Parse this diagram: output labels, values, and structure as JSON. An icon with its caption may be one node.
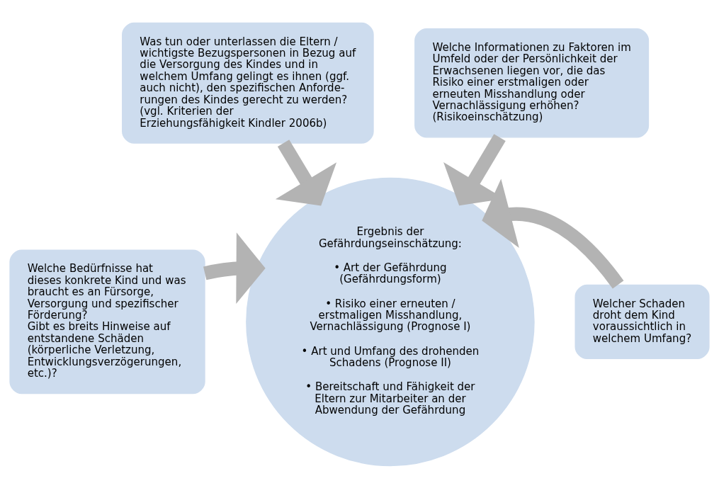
{
  "diagram": {
    "nodes": [
      {
        "text": [
          "Was tun oder unterlassen die Eltern / wichtigste Bezugspersonen in Bezug auf die Versorgung des Kindes und in welchem Umfang gelingt es ihnen (ggf. auch nicht), den spezifischen Anforde- rungen des Kindes gerecht zu werden? (vgl. Kriterien der Erziehungsfähigkeit Kindler 2006b)"
        ]
      },
      {
        "text": [
          "Welche Informationen zu Faktoren im Umfeld oder der Persönlichkeit der Erwachsenen liegen vor, die das Risiko einer erstmaligen oder erneuten Misshandlung oder Vernachlässigung erhöhen? (Risikoeinschätzung)"
        ]
      },
      {
        "text": [
          "Welche Bedürfnisse hat dieses konkrete Kind und was braucht es an Fürsorge, Versorgung und spezifischer Förderung?",
          "Gibt es breits Hinweise auf entstandene Schäden (körperliche Verletzung, Entwicklungsverzögerungen, etc.)?"
        ]
      },
      {
        "text": [
          "Ergebnis der Gefährdungseinschätzung:",
          "• Art der Gefährdung (Gefährdungsform)",
          "• Risiko einer erneuten / erstmaligen Misshandlung, Vernachlässigung (Prognose I)",
          "• Art und Umfang des drohenden Schadens (Prognose II)",
          "• Bereitschaft und Fähigkeit der Eltern zur Mitarbeiter an der Abwendung der Gefährdung"
        ]
      },
      {
        "text": [
          "Welcher Schaden droht dem Kind voraussichtlich in welchem Umfang?"
        ]
      }
    ],
    "edges": [
      {
        "from": 0,
        "to": 3,
        "arrow": "to"
      },
      {
        "from": 1,
        "to": 3,
        "arrow": "to"
      },
      {
        "from": 2,
        "to": 3,
        "arrow": "to"
      },
      {
        "from": 4,
        "to": 3,
        "arrow": "to"
      }
    ]
  }
}
